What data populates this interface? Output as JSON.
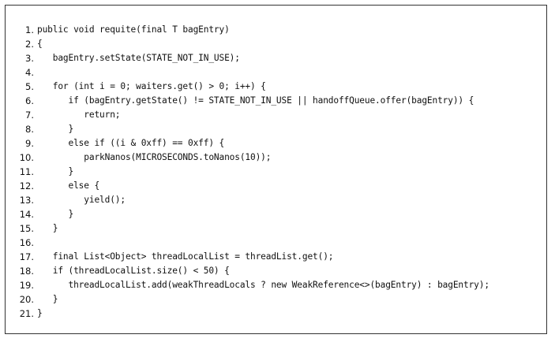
{
  "code": {
    "lines": [
      {
        "num": "1.",
        "text": "public void requite(final T bagEntry)"
      },
      {
        "num": "2.",
        "text": "{"
      },
      {
        "num": "3.",
        "text": "   bagEntry.setState(STATE_NOT_IN_USE);"
      },
      {
        "num": "4.",
        "text": ""
      },
      {
        "num": "5.",
        "text": "   for (int i = 0; waiters.get() > 0; i++) {"
      },
      {
        "num": "6.",
        "text": "      if (bagEntry.getState() != STATE_NOT_IN_USE || handoffQueue.offer(bagEntry)) {"
      },
      {
        "num": "7.",
        "text": "         return;"
      },
      {
        "num": "8.",
        "text": "      }"
      },
      {
        "num": "9.",
        "text": "      else if ((i & 0xff) == 0xff) {"
      },
      {
        "num": "10.",
        "text": "         parkNanos(MICROSECONDS.toNanos(10));"
      },
      {
        "num": "11.",
        "text": "      }"
      },
      {
        "num": "12.",
        "text": "      else {"
      },
      {
        "num": "13.",
        "text": "         yield();"
      },
      {
        "num": "14.",
        "text": "      }"
      },
      {
        "num": "15.",
        "text": "   }"
      },
      {
        "num": "16.",
        "text": ""
      },
      {
        "num": "17.",
        "text": "   final List<Object> threadLocalList = threadList.get();"
      },
      {
        "num": "18.",
        "text": "   if (threadLocalList.size() < 50) {"
      },
      {
        "num": "19.",
        "text": "      threadLocalList.add(weakThreadLocals ? new WeakReference<>(bagEntry) : bagEntry);"
      },
      {
        "num": "20.",
        "text": "   }"
      },
      {
        "num": "21.",
        "text": "}"
      }
    ]
  }
}
